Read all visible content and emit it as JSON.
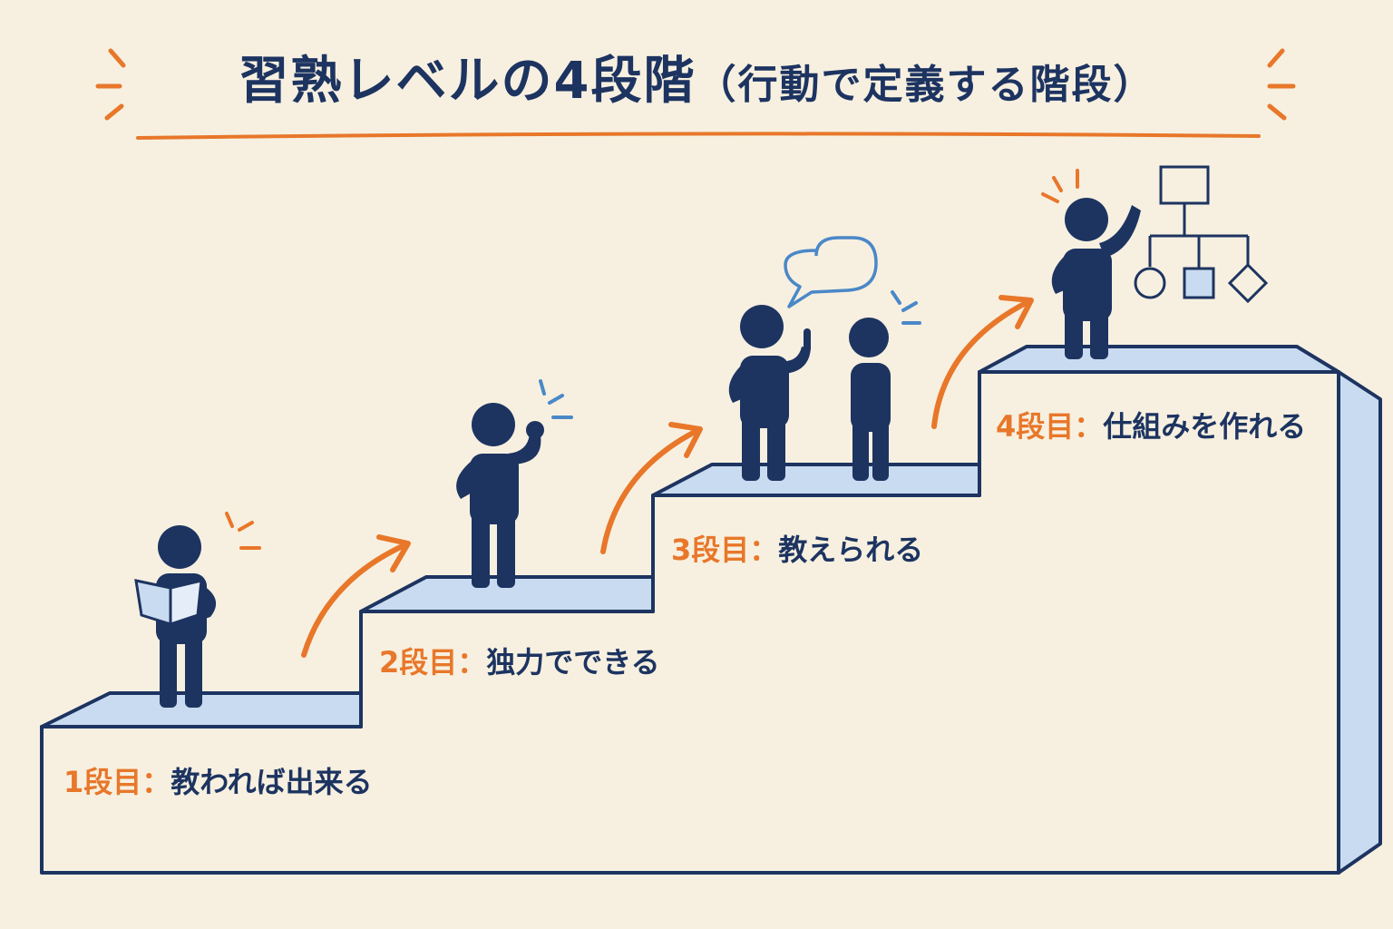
{
  "title": {
    "main": "習熟レベルの4段階",
    "sub": "（行動で定義する階段）"
  },
  "steps": [
    {
      "level": "1段目：",
      "description": "教われば出来る",
      "figure": "person-reading-book"
    },
    {
      "level": "2段目：",
      "description": "独力でできる",
      "figure": "person-fist-pump"
    },
    {
      "level": "3段目：",
      "description": "教えられる",
      "figure": "person-explaining-to-another"
    },
    {
      "level": "4段目：",
      "description": "仕組みを作れる",
      "figure": "person-pointing-at-flowchart"
    }
  ],
  "colors": {
    "background": "#f7f0e0",
    "ink": "#1d3461",
    "accent": "#e8772a",
    "step_top": "#c9dbf0",
    "highlight": "#4a88c8"
  },
  "icons": [
    "growth-arrow-icon",
    "speech-bubble-icon",
    "flowchart-icon",
    "sparkle-icon"
  ]
}
